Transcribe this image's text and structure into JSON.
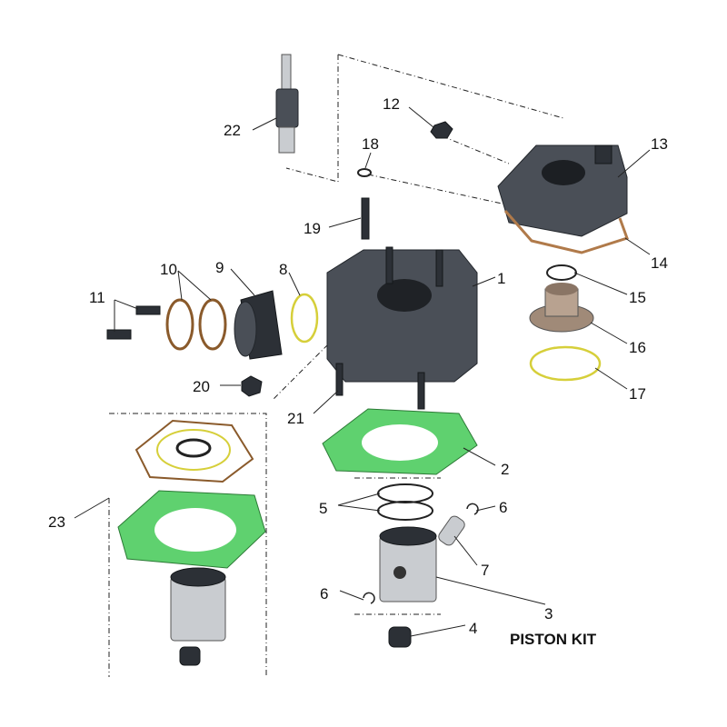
{
  "diagram": {
    "title": "Cylinder exploded view",
    "callouts": {
      "c1": "1",
      "c2": "2",
      "c3": "3",
      "c4": "4",
      "c5": "5",
      "c6a": "6",
      "c6b": "6",
      "c7": "7",
      "c8": "8",
      "c9": "9",
      "c10": "10",
      "c11": "11",
      "c12": "12",
      "c13": "13",
      "c14": "14",
      "c15": "15",
      "c16": "16",
      "c17": "17",
      "c18": "18",
      "c19": "19",
      "c20": "20",
      "c21": "21",
      "c22": "22",
      "c23": "23"
    },
    "piston_kit_label": "PISTON KIT",
    "colors": {
      "gasket": "#5fd16f",
      "metal": "#4a4f57",
      "oring_brown": "#8a5a2b",
      "oring_yellow": "#d6cf3a",
      "copper": "#b07a4a"
    }
  }
}
